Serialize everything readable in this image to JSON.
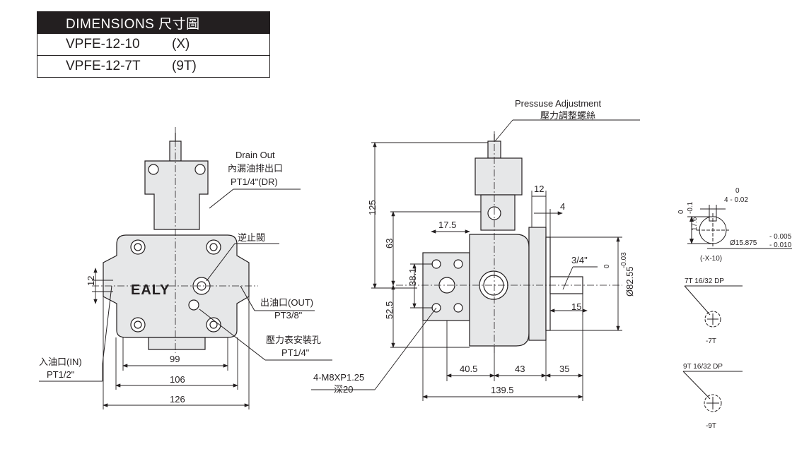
{
  "title_table": {
    "header": "DIMENSIONS 尺寸圖",
    "rows": [
      {
        "model": "VPFE-12-10",
        "spec": "(X)"
      },
      {
        "model": "VPFE-12-7T",
        "spec": "(9T)"
      }
    ]
  },
  "front_view": {
    "brand": "EALY",
    "drain_out_en": "Drain Out",
    "drain_out_zh": "內漏油排出口",
    "drain_out_thread": "PT1/4\"(DR)",
    "check_valve": "逆止閥",
    "outlet_zh": "出油口(OUT)",
    "outlet_thread": "PT3/8\"",
    "gauge_port_zh": "壓力表安裝孔",
    "gauge_port_thread": "PT1/4\"",
    "inlet_zh": "入油口(IN)",
    "inlet_thread": "PT1/2\"",
    "dim_12": "12",
    "dim_99": "99",
    "dim_106": "106",
    "dim_126": "126"
  },
  "side_view": {
    "pressure_adj_en": "Pressuse  Adjustment",
    "pressure_adj_zh": "壓力調整螺絲",
    "dim_125": "125",
    "dim_63": "63",
    "dim_17_5": "17.5",
    "dim_38_1": "38.1",
    "dim_52_5": "52.5",
    "dim_12": "12",
    "dim_4": "4",
    "dim_3_4": "3/4\"",
    "dim_15": "15",
    "dim_82_55": "Ø82.55",
    "tol_0": "0",
    "tol_003": "-0.03",
    "mount_holes": "4-M8XP1.25",
    "mount_depth": "深20",
    "dim_40_5": "40.5",
    "dim_43": "43",
    "dim_35": "35",
    "dim_139_5": "139.5"
  },
  "shaft_detail": {
    "key_tol_top": "0",
    "key_width": "4 - 0.02",
    "height_17_6": "17.6",
    "height_tol": "-0.1",
    "height_tol_top": "0",
    "shaft_dia": "Ø15.875",
    "shaft_tol_1": "- 0.005",
    "shaft_tol_2": "- 0.010",
    "caption": "(-X-10)",
    "spline_7t": "7T  16/32  DP",
    "label_7t": "-7T",
    "spline_9t": "9T  16/32  DP",
    "label_9t": "-9T"
  }
}
